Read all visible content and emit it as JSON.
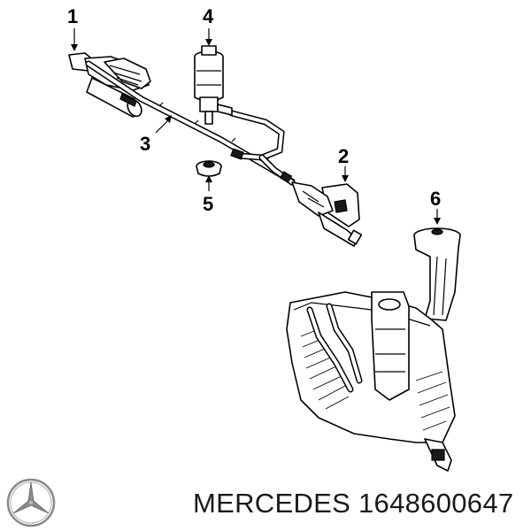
{
  "callouts": [
    {
      "id": "1",
      "text": "1"
    },
    {
      "id": "2",
      "text": "2"
    },
    {
      "id": "3",
      "text": "3"
    },
    {
      "id": "4",
      "text": "4"
    },
    {
      "id": "5",
      "text": "5"
    },
    {
      "id": "6",
      "text": "6"
    }
  ],
  "footer": {
    "brand": "MERCEDES",
    "part_number": "1648600647"
  },
  "logo": {
    "icon": "mercedes-star-icon"
  }
}
